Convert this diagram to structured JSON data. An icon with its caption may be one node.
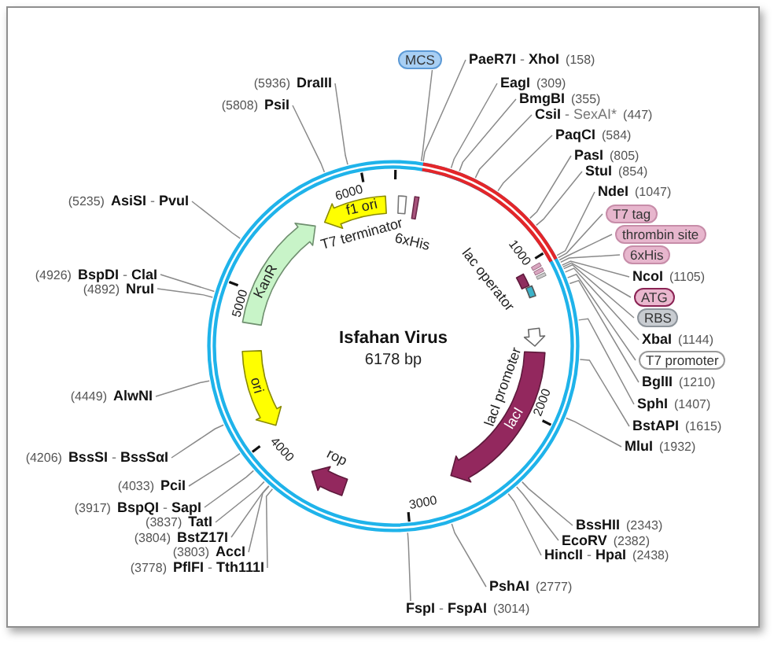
{
  "diagram": {
    "title": "Isfahan Virus",
    "nodes": [
      {
        "text": [
          "MCS"
        ]
      },
      {
        "text": [
          "**PaeR7I** - **XhoI**",
          "(158)"
        ]
      },
      {
        "text": [
          "EagI",
          "(309)"
        ]
      },
      {
        "text": [
          "BmgBI",
          "(355)"
        ]
      },
      {
        "text": [
          "**CsiI** - SexAI*",
          "(447)"
        ]
      },
      {
        "text": [
          "PaqCI",
          "(584)"
        ]
      },
      {
        "text": [
          "PasI",
          "(805)"
        ]
      },
      {
        "text": [
          "StuI",
          "(854)"
        ]
      },
      {
        "text": [
          "NdeI",
          "(1047)"
        ]
      },
      {
        "text": [
          "T7 tag"
        ]
      },
      {
        "text": [
          "thrombin site"
        ]
      },
      {
        "text": [
          "6xHis"
        ]
      },
      {
        "text": [
          "NcoI",
          "(1105)"
        ]
      },
      {
        "text": [
          "ATG"
        ]
      },
      {
        "text": [
          "RBS"
        ]
      },
      {
        "text": [
          "XbaI",
          "(1144)"
        ]
      },
      {
        "text": [
          "T7 promoter"
        ]
      },
      {
        "text": [
          "BglII",
          "(1210)"
        ]
      },
      {
        "text": [
          "SphI",
          "(1407)"
        ]
      },
      {
        "text": [
          "BstAPI",
          "(1615)"
        ]
      },
      {
        "text": [
          "MluI",
          "(1932)"
        ]
      },
      {
        "text": [
          "BssHII",
          "(2343)"
        ]
      },
      {
        "text": [
          "EcoRV",
          "(2382)"
        ]
      },
      {
        "text": [
          "**HincII** - **HpaI**",
          "(2438)"
        ]
      },
      {
        "text": [
          "PshAI",
          "(2777)"
        ]
      },
      {
        "text": [
          "**FspI** - **FspAI**",
          "(3014)"
        ]
      },
      {
        "text": [
          "(3778)",
          "**PflFI** - **Tth111I**"
        ]
      },
      {
        "text": [
          "(3803)",
          "AccI"
        ]
      },
      {
        "text": [
          "(3804)",
          "BstZ17I"
        ]
      },
      {
        "text": [
          "(3837)",
          "TatI"
        ]
      },
      {
        "text": [
          "(3917)",
          "**BspQI** - **SapI**"
        ]
      },
      {
        "text": [
          "(4033)",
          "PciI"
        ]
      },
      {
        "text": [
          "(4206)",
          "**BssSI** - **BssSαI**"
        ]
      },
      {
        "text": [
          "(4449)",
          "AlwNI"
        ]
      },
      {
        "text": [
          "(4892)",
          "NruI"
        ]
      },
      {
        "text": [
          "(4926)",
          "**BspDI** - **ClaI**"
        ]
      },
      {
        "text": [
          "(5235)",
          "**AsiSI** - **PvuI**"
        ]
      },
      {
        "text": [
          "(5808)",
          "PsiI"
        ]
      },
      {
        "text": [
          "(5936)",
          "DraIII"
        ]
      },
      {
        "text": [
          "f1 ori"
        ]
      },
      {
        "text": [
          "T7 terminator"
        ]
      },
      {
        "text": [
          "6xHis"
        ]
      },
      {
        "text": [
          "lac operator"
        ]
      },
      {
        "text": [
          "lacI promoter"
        ]
      },
      {
        "text": [
          "lacI"
        ]
      },
      {
        "text": [
          "rop"
        ]
      },
      {
        "text": [
          "ori"
        ]
      },
      {
        "text": [
          "KanR"
        ]
      }
    ],
    "edges": [
      {
        "from": 0,
        "to": null,
        "arrow": "none"
      },
      {
        "from": 1,
        "to": null,
        "arrow": "none"
      },
      {
        "from": 2,
        "to": null,
        "arrow": "none"
      },
      {
        "from": 3,
        "to": null,
        "arrow": "none"
      },
      {
        "from": 4,
        "to": null,
        "arrow": "none"
      },
      {
        "from": 5,
        "to": null,
        "arrow": "none"
      },
      {
        "from": 6,
        "to": null,
        "arrow": "none"
      },
      {
        "from": 7,
        "to": null,
        "arrow": "none"
      },
      {
        "from": 8,
        "to": null,
        "arrow": "none"
      },
      {
        "from": 9,
        "to": null,
        "arrow": "none"
      },
      {
        "from": 10,
        "to": null,
        "arrow": "none"
      },
      {
        "from": 11,
        "to": null,
        "arrow": "none"
      },
      {
        "from": 12,
        "to": null,
        "arrow": "none"
      },
      {
        "from": 13,
        "to": null,
        "arrow": "none"
      },
      {
        "from": 14,
        "to": null,
        "arrow": "none"
      },
      {
        "from": 15,
        "to": null,
        "arrow": "none"
      },
      {
        "from": 16,
        "to": null,
        "arrow": "none"
      },
      {
        "from": 17,
        "to": null,
        "arrow": "none"
      },
      {
        "from": 18,
        "to": null,
        "arrow": "none"
      },
      {
        "from": 19,
        "to": null,
        "arrow": "none"
      },
      {
        "from": 20,
        "to": null,
        "arrow": "none"
      },
      {
        "from": 21,
        "to": null,
        "arrow": "none"
      },
      {
        "from": 22,
        "to": null,
        "arrow": "none"
      },
      {
        "from": 23,
        "to": null,
        "arrow": "none"
      },
      {
        "from": 24,
        "to": null,
        "arrow": "none"
      },
      {
        "from": 25,
        "to": null,
        "arrow": "none"
      },
      {
        "from": 26,
        "to": null,
        "arrow": "none"
      },
      {
        "from": 27,
        "to": null,
        "arrow": "none"
      },
      {
        "from": 28,
        "to": null,
        "arrow": "none"
      },
      {
        "from": 29,
        "to": null,
        "arrow": "none"
      },
      {
        "from": 30,
        "to": null,
        "arrow": "none"
      },
      {
        "from": 31,
        "to": null,
        "arrow": "none"
      },
      {
        "from": 32,
        "to": null,
        "arrow": "none"
      },
      {
        "from": 33,
        "to": null,
        "arrow": "none"
      },
      {
        "from": 34,
        "to": null,
        "arrow": "none"
      },
      {
        "from": 35,
        "to": null,
        "arrow": "none"
      },
      {
        "from": 36,
        "to": null,
        "arrow": "none"
      },
      {
        "from": 37,
        "to": null,
        "arrow": "none"
      },
      {
        "from": 38,
        "to": null,
        "arrow": "none"
      }
    ],
    "labels": [
      "6178 bp",
      "1000",
      "2000",
      "3000",
      "4000",
      "5000",
      "6000"
    ]
  }
}
